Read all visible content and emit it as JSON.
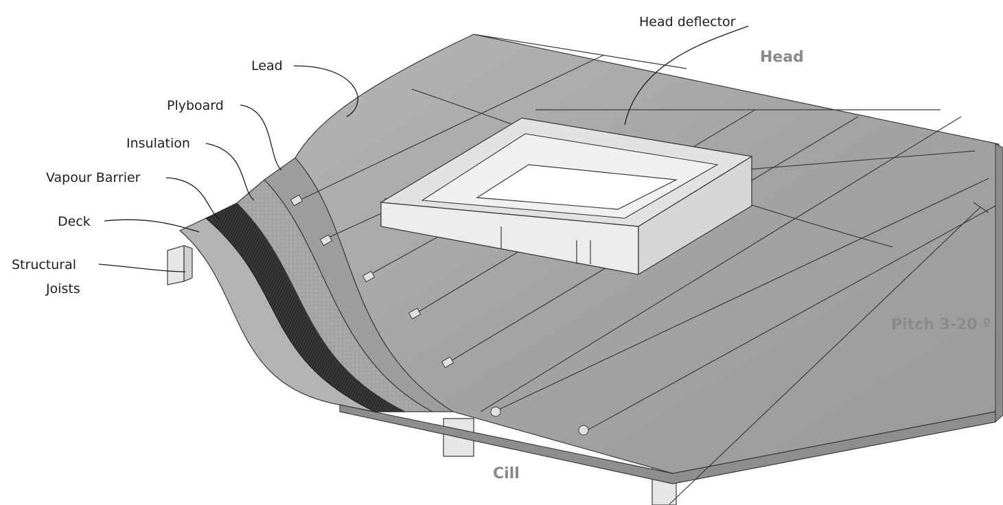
{
  "labels": {
    "head_deflector": "Head deflector",
    "head": "Head",
    "lead": "Lead",
    "plyboard": "Plyboard",
    "insulation": "Insulation",
    "vapour_barrier": "Vapour Barrier",
    "deck": "Deck",
    "structural_joists_line1": "Structural",
    "structural_joists_line2": "Joists",
    "pitch": "Pitch 3-20 º",
    "cill": "Cill"
  },
  "colors": {
    "lead": "#a9a9a9",
    "lead_highlight": "#c4c4c4",
    "plyboard": "#9e9e9e",
    "insulation": "#a3a3a3",
    "vapour_barrier": "#2e2e2e",
    "deck": "#b0b0b0",
    "timber": "#e6e6e6",
    "outline": "#3a3a3a"
  }
}
